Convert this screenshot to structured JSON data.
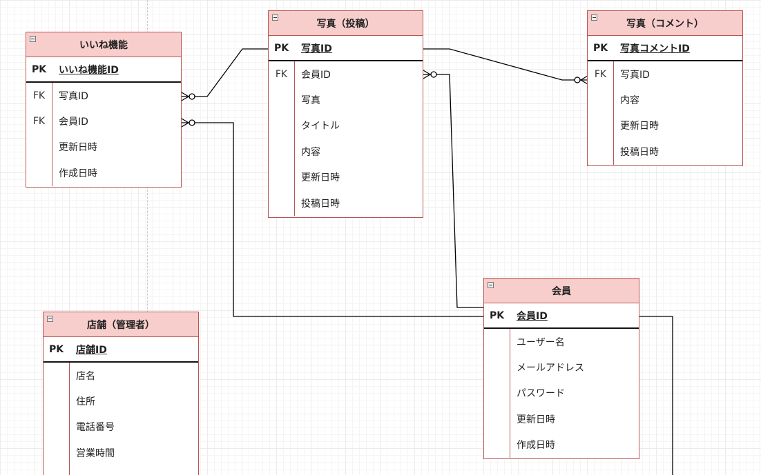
{
  "entities": {
    "iine": {
      "title": "いいね機能",
      "pk": {
        "key": "PK",
        "name": "いいね機能ID"
      },
      "fields": [
        {
          "key": "FK",
          "name": "写真ID"
        },
        {
          "key": "FK",
          "name": "会員ID"
        },
        {
          "key": "",
          "name": "更新日時"
        },
        {
          "key": "",
          "name": "作成日時"
        }
      ]
    },
    "photo_post": {
      "title": "写真（投稿）",
      "pk": {
        "key": "PK",
        "name": "写真ID"
      },
      "fields": [
        {
          "key": "FK",
          "name": "会員ID"
        },
        {
          "key": "",
          "name": "写真"
        },
        {
          "key": "",
          "name": "タイトル"
        },
        {
          "key": "",
          "name": "内容"
        },
        {
          "key": "",
          "name": "更新日時"
        },
        {
          "key": "",
          "name": "投稿日時"
        }
      ]
    },
    "photo_comment": {
      "title": "写真（コメント）",
      "pk": {
        "key": "PK",
        "name": "写真コメントID"
      },
      "fields": [
        {
          "key": "FK",
          "name": "写真ID"
        },
        {
          "key": "",
          "name": "内容"
        },
        {
          "key": "",
          "name": "更新日時"
        },
        {
          "key": "",
          "name": "投稿日時"
        }
      ]
    },
    "member": {
      "title": "会員",
      "pk": {
        "key": "PK",
        "name": "会員ID"
      },
      "fields": [
        {
          "key": "",
          "name": "ユーザー名"
        },
        {
          "key": "",
          "name": "メールアドレス"
        },
        {
          "key": "",
          "name": "パスワード"
        },
        {
          "key": "",
          "name": "更新日時"
        },
        {
          "key": "",
          "name": "作成日時"
        }
      ]
    },
    "store": {
      "title": "店舗（管理者）",
      "pk": {
        "key": "PK",
        "name": "店舗ID"
      },
      "fields": [
        {
          "key": "",
          "name": "店名"
        },
        {
          "key": "",
          "name": "住所"
        },
        {
          "key": "",
          "name": "電話番号"
        },
        {
          "key": "",
          "name": "営業時間"
        }
      ]
    }
  },
  "colors": {
    "header_fill": "#f8cecc",
    "border": "#b85450",
    "connector": "#000000"
  },
  "icons": {
    "collapse": "collapse-icon",
    "crows_foot": "crows-foot-zero-many"
  }
}
